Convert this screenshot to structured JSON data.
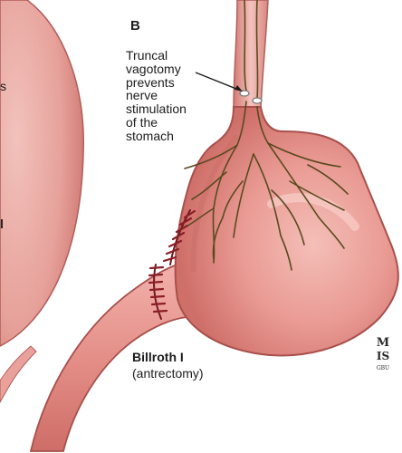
{
  "panel_letter": "B",
  "left_cut_text_1": "s",
  "left_cut_text_2": "l",
  "description": "Truncal\nvagotomy\nprevents\nnerve\nstimulation\nof the\nstomach",
  "procedure": {
    "name": "Billroth I",
    "subtitle": "(antrectomy)"
  },
  "logo_text": "MIS GBU",
  "colors": {
    "stomach_fill": "#e28d88",
    "stomach_light": "#f1b3ad",
    "stomach_outline": "#a8504c",
    "nerve": "#5a4a1e",
    "suture": "#8a1e26",
    "text": "#1c1c1c"
  }
}
